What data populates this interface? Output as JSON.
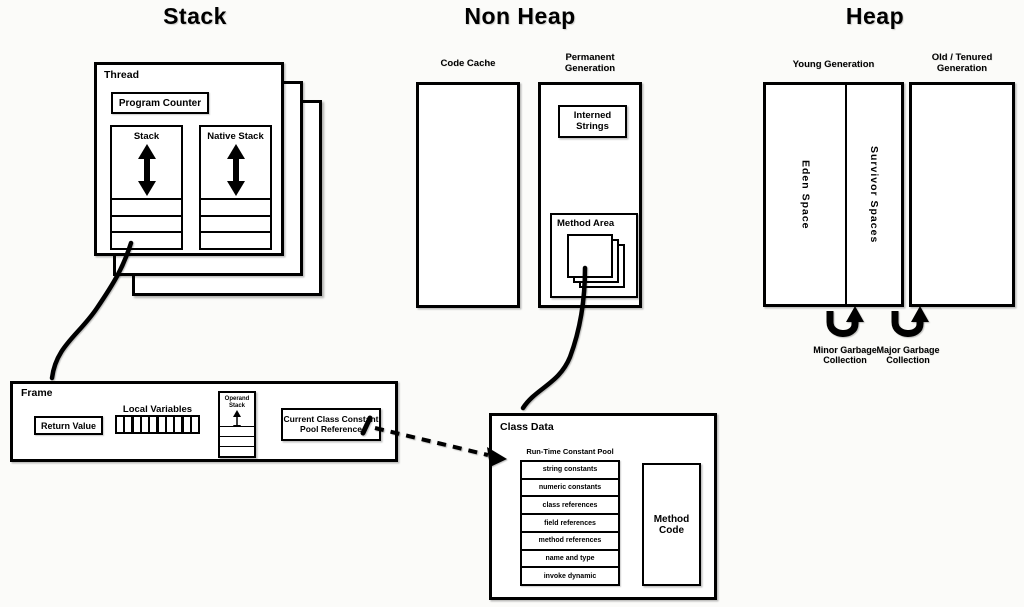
{
  "titles": {
    "stack": "Stack",
    "non_heap": "Non Heap",
    "heap": "Heap"
  },
  "stack_section": {
    "thread_label": "Thread",
    "program_counter": "Program Counter",
    "stack_label": "Stack",
    "native_stack_label": "Native Stack"
  },
  "frame": {
    "label": "Frame",
    "return_value": "Return Value",
    "local_variables": "Local Variables",
    "operand_stack": "Operand Stack",
    "current_class_reference": "Current Class Constant Pool Reference"
  },
  "non_heap": {
    "code_cache": "Code Cache",
    "permanent_generation": "Permanent Generation",
    "interned_strings": "Interned Strings",
    "method_area": "Method Area"
  },
  "heap": {
    "young_generation": "Young Generation",
    "old_tenured_generation": "Old / Tenured Generation",
    "eden_space": "Eden Space",
    "survivor_spaces": "Survivor Spaces",
    "minor_gc": "Minor Garbage Collection",
    "major_gc": "Major Garbage Collection"
  },
  "class_data": {
    "label": "Class Data",
    "runtime_constant_pool": "Run-Time Constant Pool",
    "pool_rows": [
      "string constants",
      "numeric constants",
      "class references",
      "field references",
      "method references",
      "name and type",
      "invoke dynamic"
    ],
    "method_code": "Method Code"
  },
  "colors": {
    "ink": "#000000",
    "background": "#ffffff"
  }
}
